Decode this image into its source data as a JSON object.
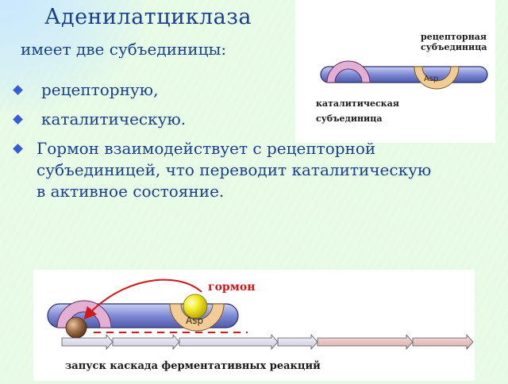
{
  "slide": {
    "title": "Аденилатциклаза",
    "subtitle": "имеет две субъединицы:",
    "bullets": [
      "рецепторную,",
      "каталитическую.",
      "Гормон взаимодействует с рецепторной субъединицей, что переводит каталитическую в активное состояние."
    ]
  },
  "figure_top": {
    "receptor_label": [
      "рецепторная",
      "субъединица"
    ],
    "catalytic_label": [
      "каталитическая",
      "субъединица"
    ],
    "asp_label": "Asp"
  },
  "figure_bottom": {
    "hormone_label": "гормон",
    "asp_label": "Asp",
    "cascade_caption": "запуск каскада ферментативных реакций"
  },
  "colors": {
    "text_blue": "#1a3f8c",
    "bullet_blue": "#3b5bd6",
    "hormone_red": "#d01818",
    "membrane_blue": "#8b96d9",
    "catalytic_pink": "#d9a0c8",
    "receptor_orange": "#f0c890",
    "ball_yellow": "#f4ee2a"
  }
}
